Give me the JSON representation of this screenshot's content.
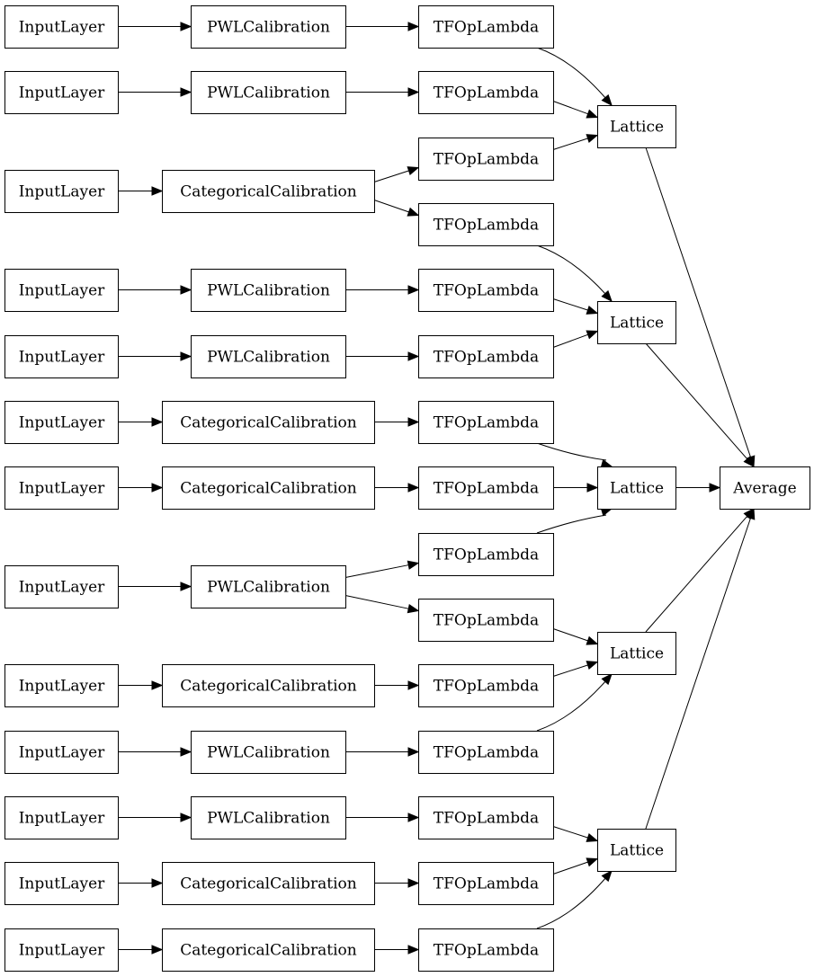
{
  "diagram": {
    "nodes": [
      {
        "id": "input_1",
        "label": "InputLayer"
      },
      {
        "id": "input_2",
        "label": "InputLayer"
      },
      {
        "id": "input_3",
        "label": "InputLayer"
      },
      {
        "id": "input_4",
        "label": "InputLayer"
      },
      {
        "id": "input_5",
        "label": "InputLayer"
      },
      {
        "id": "input_6",
        "label": "InputLayer"
      },
      {
        "id": "input_7",
        "label": "InputLayer"
      },
      {
        "id": "input_8",
        "label": "InputLayer"
      },
      {
        "id": "input_9",
        "label": "InputLayer"
      },
      {
        "id": "input_10",
        "label": "InputLayer"
      },
      {
        "id": "input_11",
        "label": "InputLayer"
      },
      {
        "id": "input_12",
        "label": "InputLayer"
      },
      {
        "id": "input_13",
        "label": "InputLayer"
      },
      {
        "id": "calib_1",
        "label": "PWLCalibration"
      },
      {
        "id": "calib_2",
        "label": "PWLCalibration"
      },
      {
        "id": "calib_3",
        "label": "CategoricalCalibration"
      },
      {
        "id": "calib_4",
        "label": "PWLCalibration"
      },
      {
        "id": "calib_5",
        "label": "PWLCalibration"
      },
      {
        "id": "calib_6",
        "label": "CategoricalCalibration"
      },
      {
        "id": "calib_7",
        "label": "CategoricalCalibration"
      },
      {
        "id": "calib_8",
        "label": "PWLCalibration"
      },
      {
        "id": "calib_9",
        "label": "CategoricalCalibration"
      },
      {
        "id": "calib_10",
        "label": "PWLCalibration"
      },
      {
        "id": "calib_11",
        "label": "PWLCalibration"
      },
      {
        "id": "calib_12",
        "label": "CategoricalCalibration"
      },
      {
        "id": "calib_13",
        "label": "CategoricalCalibration"
      },
      {
        "id": "tfop_1",
        "label": "TFOpLambda"
      },
      {
        "id": "tfop_2",
        "label": "TFOpLambda"
      },
      {
        "id": "tfop_3",
        "label": "TFOpLambda"
      },
      {
        "id": "tfop_4",
        "label": "TFOpLambda"
      },
      {
        "id": "tfop_5",
        "label": "TFOpLambda"
      },
      {
        "id": "tfop_6",
        "label": "TFOpLambda"
      },
      {
        "id": "tfop_7",
        "label": "TFOpLambda"
      },
      {
        "id": "tfop_8",
        "label": "TFOpLambda"
      },
      {
        "id": "tfop_9",
        "label": "TFOpLambda"
      },
      {
        "id": "tfop_10",
        "label": "TFOpLambda"
      },
      {
        "id": "tfop_11",
        "label": "TFOpLambda"
      },
      {
        "id": "tfop_12",
        "label": "TFOpLambda"
      },
      {
        "id": "tfop_13",
        "label": "TFOpLambda"
      },
      {
        "id": "tfop_14",
        "label": "TFOpLambda"
      },
      {
        "id": "tfop_15",
        "label": "TFOpLambda"
      },
      {
        "id": "lattice_1",
        "label": "Lattice"
      },
      {
        "id": "lattice_2",
        "label": "Lattice"
      },
      {
        "id": "lattice_3",
        "label": "Lattice"
      },
      {
        "id": "lattice_4",
        "label": "Lattice"
      },
      {
        "id": "lattice_5",
        "label": "Lattice"
      },
      {
        "id": "average",
        "label": "Average"
      }
    ],
    "edges": [
      {
        "from": "input_1",
        "to": "calib_1"
      },
      {
        "from": "input_2",
        "to": "calib_2"
      },
      {
        "from": "input_3",
        "to": "calib_3"
      },
      {
        "from": "input_4",
        "to": "calib_4"
      },
      {
        "from": "input_5",
        "to": "calib_5"
      },
      {
        "from": "input_6",
        "to": "calib_6"
      },
      {
        "from": "input_7",
        "to": "calib_7"
      },
      {
        "from": "input_8",
        "to": "calib_8"
      },
      {
        "from": "input_9",
        "to": "calib_9"
      },
      {
        "from": "input_10",
        "to": "calib_10"
      },
      {
        "from": "input_11",
        "to": "calib_11"
      },
      {
        "from": "input_12",
        "to": "calib_12"
      },
      {
        "from": "input_13",
        "to": "calib_13"
      },
      {
        "from": "calib_1",
        "to": "tfop_1"
      },
      {
        "from": "calib_2",
        "to": "tfop_2"
      },
      {
        "from": "calib_3",
        "to": "tfop_3"
      },
      {
        "from": "calib_3",
        "to": "tfop_4"
      },
      {
        "from": "calib_4",
        "to": "tfop_5"
      },
      {
        "from": "calib_5",
        "to": "tfop_6"
      },
      {
        "from": "calib_6",
        "to": "tfop_7"
      },
      {
        "from": "calib_7",
        "to": "tfop_8"
      },
      {
        "from": "calib_8",
        "to": "tfop_9"
      },
      {
        "from": "calib_8",
        "to": "tfop_10"
      },
      {
        "from": "calib_9",
        "to": "tfop_11"
      },
      {
        "from": "calib_10",
        "to": "tfop_12"
      },
      {
        "from": "calib_11",
        "to": "tfop_13"
      },
      {
        "from": "calib_12",
        "to": "tfop_14"
      },
      {
        "from": "calib_13",
        "to": "tfop_15"
      },
      {
        "from": "tfop_1",
        "to": "lattice_1"
      },
      {
        "from": "tfop_2",
        "to": "lattice_1"
      },
      {
        "from": "tfop_3",
        "to": "lattice_1"
      },
      {
        "from": "tfop_4",
        "to": "lattice_2"
      },
      {
        "from": "tfop_5",
        "to": "lattice_2"
      },
      {
        "from": "tfop_6",
        "to": "lattice_2"
      },
      {
        "from": "tfop_7",
        "to": "lattice_3"
      },
      {
        "from": "tfop_8",
        "to": "lattice_3"
      },
      {
        "from": "tfop_9",
        "to": "lattice_3"
      },
      {
        "from": "tfop_10",
        "to": "lattice_4"
      },
      {
        "from": "tfop_11",
        "to": "lattice_4"
      },
      {
        "from": "tfop_12",
        "to": "lattice_4"
      },
      {
        "from": "tfop_13",
        "to": "lattice_5"
      },
      {
        "from": "tfop_14",
        "to": "lattice_5"
      },
      {
        "from": "tfop_15",
        "to": "lattice_5"
      },
      {
        "from": "lattice_1",
        "to": "average"
      },
      {
        "from": "lattice_2",
        "to": "average"
      },
      {
        "from": "lattice_3",
        "to": "average"
      },
      {
        "from": "lattice_4",
        "to": "average"
      },
      {
        "from": "lattice_5",
        "to": "average"
      }
    ]
  }
}
